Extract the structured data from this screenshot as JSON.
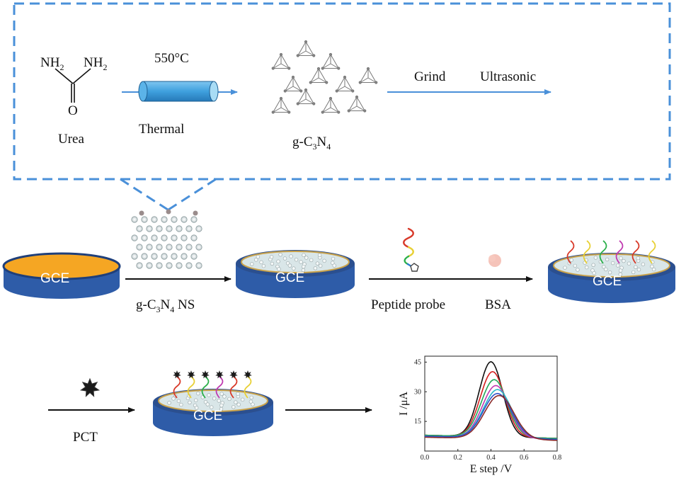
{
  "synthesis": {
    "urea_nh2_left": "NH",
    "urea_nh2_right": "NH",
    "sub_2": "2",
    "urea_o": "O",
    "urea_label": "Urea",
    "temperature": "550°C",
    "thermal_label": "Thermal",
    "gcn_prefix": "g-C",
    "gcn_sub3": "3",
    "gcn_n": "N",
    "gcn_sub4": "4",
    "grind_label": "Grind",
    "ultrasonic_label": "Ultrasonic"
  },
  "electrodes": {
    "gce_label": "GCE"
  },
  "steps": {
    "step1_prefix": "g-C",
    "step1_sub3": "3",
    "step1_n": "N",
    "step1_sub4": "4",
    "step1_suffix": " NS",
    "peptide_label": "Peptide probe",
    "bsa_label": "BSA",
    "pct_label": "PCT"
  },
  "colors": {
    "dashed_box": "#4a90d9",
    "electrode_body": "#2e5ca8",
    "electrode_top_bare": "#f5a623",
    "arrow_blue": "#4a90d9"
  },
  "chart_data": {
    "type": "line",
    "xlabel": "E step /V",
    "ylabel": "I /μA",
    "xlim": [
      0.0,
      0.8
    ],
    "ylim": [
      0,
      48
    ],
    "x_ticks": [
      "0.0",
      "0.2",
      "0.4",
      "0.6",
      "0.8"
    ],
    "y_ticks": [
      "15",
      "30",
      "45"
    ],
    "series": [
      {
        "color": "#111111",
        "peak_x": 0.4,
        "peak_y": 46,
        "base": 8,
        "width": 0.1
      },
      {
        "color": "#d42020",
        "peak_x": 0.41,
        "peak_y": 41,
        "base": 8,
        "width": 0.105
      },
      {
        "color": "#22a85a",
        "peak_x": 0.42,
        "peak_y": 37,
        "base": 8,
        "width": 0.11
      },
      {
        "color": "#c03ab0",
        "peak_x": 0.43,
        "peak_y": 34,
        "base": 7.5,
        "width": 0.115
      },
      {
        "color": "#2ab8c8",
        "peak_x": 0.44,
        "peak_y": 32,
        "base": 7.5,
        "width": 0.12
      },
      {
        "color": "#3050c8",
        "peak_x": 0.44,
        "peak_y": 30,
        "base": 7.5,
        "width": 0.12
      },
      {
        "color": "#8a2a2a",
        "peak_x": 0.45,
        "peak_y": 29,
        "base": 7,
        "width": 0.125
      }
    ]
  }
}
